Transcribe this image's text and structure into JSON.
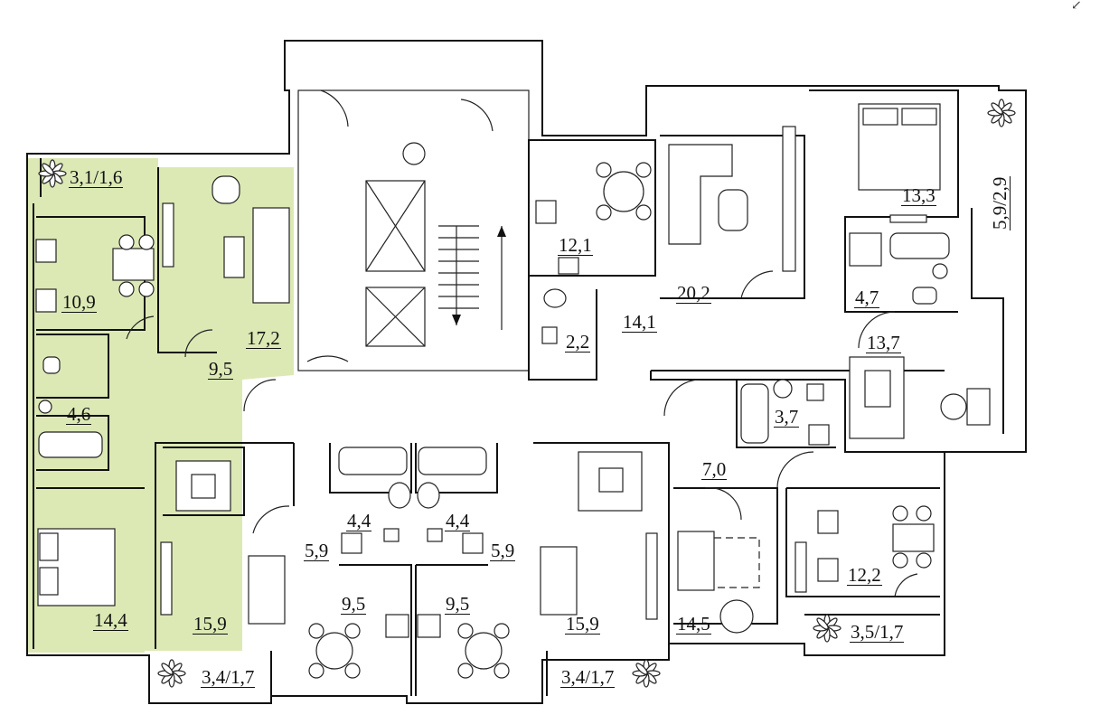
{
  "colors": {
    "highlight": "#dce9b5",
    "wall": "#111111"
  },
  "rooms": [
    {
      "id": "r1",
      "text": "3,1/1,6"
    },
    {
      "id": "r2",
      "text": "10,9"
    },
    {
      "id": "r3",
      "text": "17,2"
    },
    {
      "id": "r4",
      "text": "9,5"
    },
    {
      "id": "r5",
      "text": "4,6"
    },
    {
      "id": "r6",
      "text": "14,4"
    },
    {
      "id": "r7",
      "text": "15,9"
    },
    {
      "id": "r8",
      "text": "3,4/1,7"
    },
    {
      "id": "r9",
      "text": "5,9"
    },
    {
      "id": "r10",
      "text": "4,4"
    },
    {
      "id": "r11",
      "text": "9,5"
    },
    {
      "id": "r12",
      "text": "9,5"
    },
    {
      "id": "r13",
      "text": "4,4"
    },
    {
      "id": "r14",
      "text": "5,9"
    },
    {
      "id": "r15",
      "text": "15,9"
    },
    {
      "id": "r16",
      "text": "3,4/1,7"
    },
    {
      "id": "r17",
      "text": "12,1"
    },
    {
      "id": "r18",
      "text": "2,2"
    },
    {
      "id": "r19",
      "text": "14,1"
    },
    {
      "id": "r20",
      "text": "20,2"
    },
    {
      "id": "r21",
      "text": "13,3"
    },
    {
      "id": "r22",
      "text": "4,7"
    },
    {
      "id": "r23",
      "text": "5,9/2,9"
    },
    {
      "id": "r24",
      "text": "13,7"
    },
    {
      "id": "r25",
      "text": "3,7"
    },
    {
      "id": "r26",
      "text": "7,0"
    },
    {
      "id": "r27",
      "text": "14,5"
    },
    {
      "id": "r28",
      "text": "12,2"
    },
    {
      "id": "r29",
      "text": "3,5/1,7"
    }
  ]
}
